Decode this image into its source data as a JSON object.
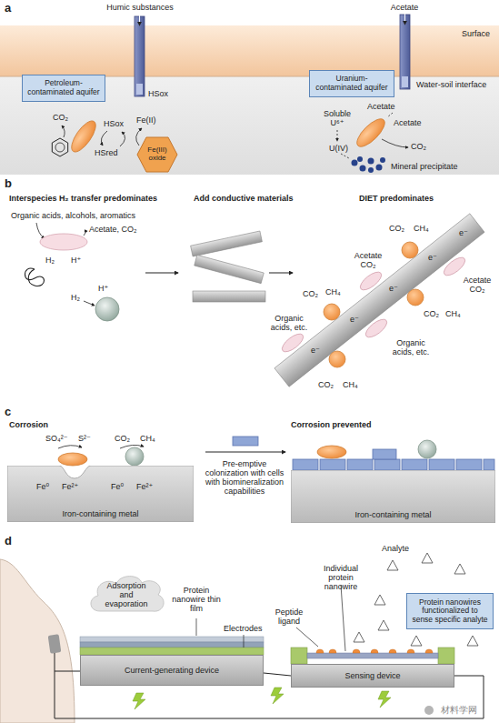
{
  "diagram": {
    "nodes": [
      {
        "text": [
          "Petroleum-contaminated aquifer"
        ]
      },
      {
        "text": [
          "Fe(III) oxide"
        ]
      },
      {
        "text": [
          "Uranium-contaminated aquifer"
        ]
      },
      {
        "text": [
          "Iron-containing metal"
        ]
      },
      {
        "text": [
          "Iron-containing metal"
        ]
      },
      {
        "text": [
          "Adsorption and evaporation"
        ]
      },
      {
        "text": [
          "Current-generating device"
        ]
      },
      {
        "text": [
          "Sensing device"
        ]
      },
      {
        "text": [
          "Protein nanowires functionalized to sense specific analyte"
        ]
      }
    ],
    "labels": [
      "a",
      "Humic substances",
      "Surface",
      "Water-soil interface",
      "HSox",
      "CO₂",
      "HSox",
      "Fe(II)",
      "HSred",
      "Acetate",
      "Acetate",
      "Soluble U⁶⁺",
      "Acetate",
      "U(IV)",
      "CO₂",
      "Mineral precipitate",
      "b",
      "Interspecies H₂ transfer predominates",
      "Add conductive materials",
      "DIET predominates",
      "Organic acids, alcohols, aromatics",
      "Acetate, CO₂",
      "H₂",
      "H⁺",
      "H₂",
      "H⁺",
      "Organic acids, etc.",
      "CO₂",
      "CH₄",
      "Acetate CO₂",
      "CO₂",
      "CH₄",
      "CO₂",
      "CH₄",
      "Organic acids, etc.",
      "CO₂",
      "CH₄",
      "Acetate CO₂",
      "e⁻",
      "e⁻",
      "e⁻",
      "e⁻",
      "e⁻",
      "c",
      "Corrosion",
      "Corrosion prevented",
      "SO₄²⁻",
      "S²⁻",
      "CO₂",
      "CH₄",
      "Fe⁰",
      "Fe²⁺",
      "Fe⁰",
      "Fe²⁺",
      "Pre-emptive colonization with cells with biomineralization capabilities",
      "d",
      "Protein nanowire thin film",
      "Electrodes",
      "Analyte",
      "Peptide ligand",
      "Individual protein nanowire",
      "材料学网"
    ]
  }
}
